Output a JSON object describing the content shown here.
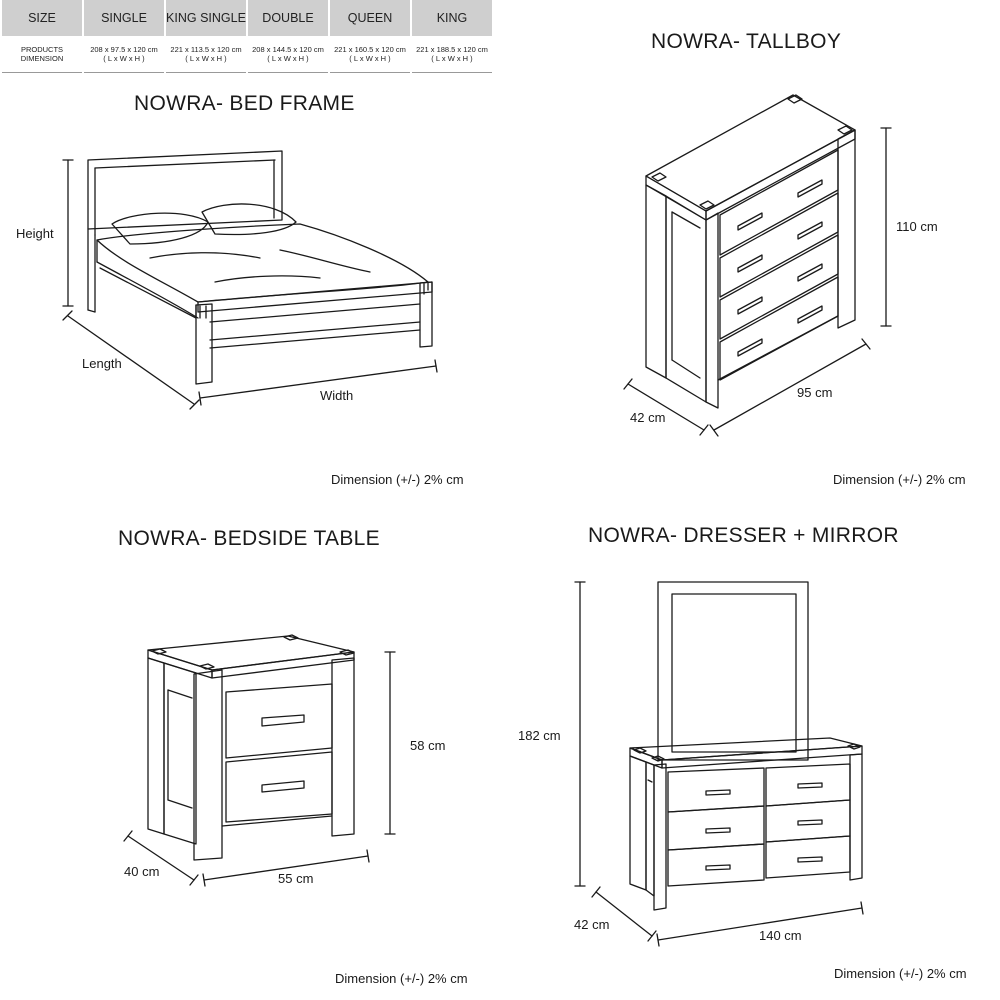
{
  "size_table": {
    "headers": [
      "SIZE",
      "SINGLE",
      "KING SINGLE",
      "DOUBLE",
      "QUEEN",
      "KING"
    ],
    "row_label_line1": "PRODUCTS",
    "row_label_line2": "DIMENSION",
    "unit_note": "( L x W x H )",
    "cells": [
      "208 x 97.5 x 120 cm",
      "221 x 113.5 x 120 cm",
      "208 x 144.5 x 120 cm",
      "221 x 160.5 x 120 cm",
      "221 x 188.5 x 120 cm"
    ]
  },
  "bed_frame": {
    "title": "NOWRA- BED FRAME",
    "height_label": "Height",
    "length_label": "Length",
    "width_label": "Width",
    "note": "Dimension (+/-) 2% cm"
  },
  "tallboy": {
    "title": "NOWRA- TALLBOY",
    "height_label": "110 cm",
    "depth_label": "42 cm",
    "width_label": "95 cm",
    "note": "Dimension (+/-) 2% cm"
  },
  "bedside_table": {
    "title": "NOWRA- BEDSIDE TABLE",
    "height_label": "58 cm",
    "depth_label": "40 cm",
    "width_label": "55 cm",
    "note": "Dimension (+/-) 2% cm"
  },
  "dresser_mirror": {
    "title": "NOWRA- DRESSER + MIRROR",
    "height_label": "182 cm",
    "depth_label": "42 cm",
    "width_label": "140 cm",
    "note": "Dimension (+/-) 2% cm"
  }
}
